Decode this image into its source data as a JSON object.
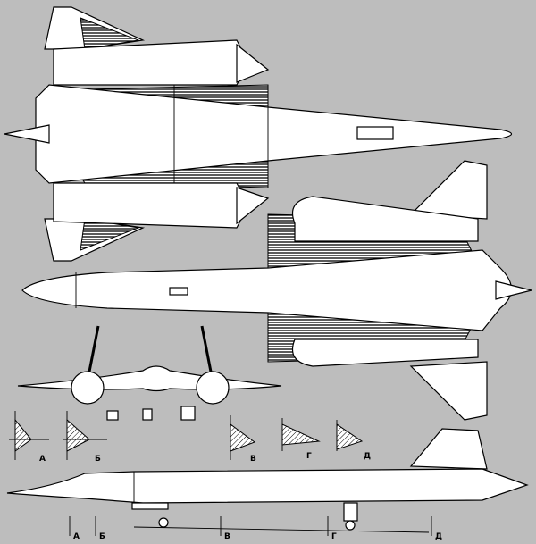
{
  "drawing": {
    "subject": "SR-71 three-view drawing",
    "views": [
      "top",
      "bottom",
      "front",
      "side"
    ],
    "section_labels": [
      "А",
      "Б",
      "В",
      "Г",
      "Д"
    ],
    "station_labels": [
      "А",
      "Б",
      "В",
      "Г",
      "Д"
    ]
  },
  "colors": {
    "background": "#bdbdbd",
    "line": "#000000",
    "fill": "#ffffff"
  }
}
